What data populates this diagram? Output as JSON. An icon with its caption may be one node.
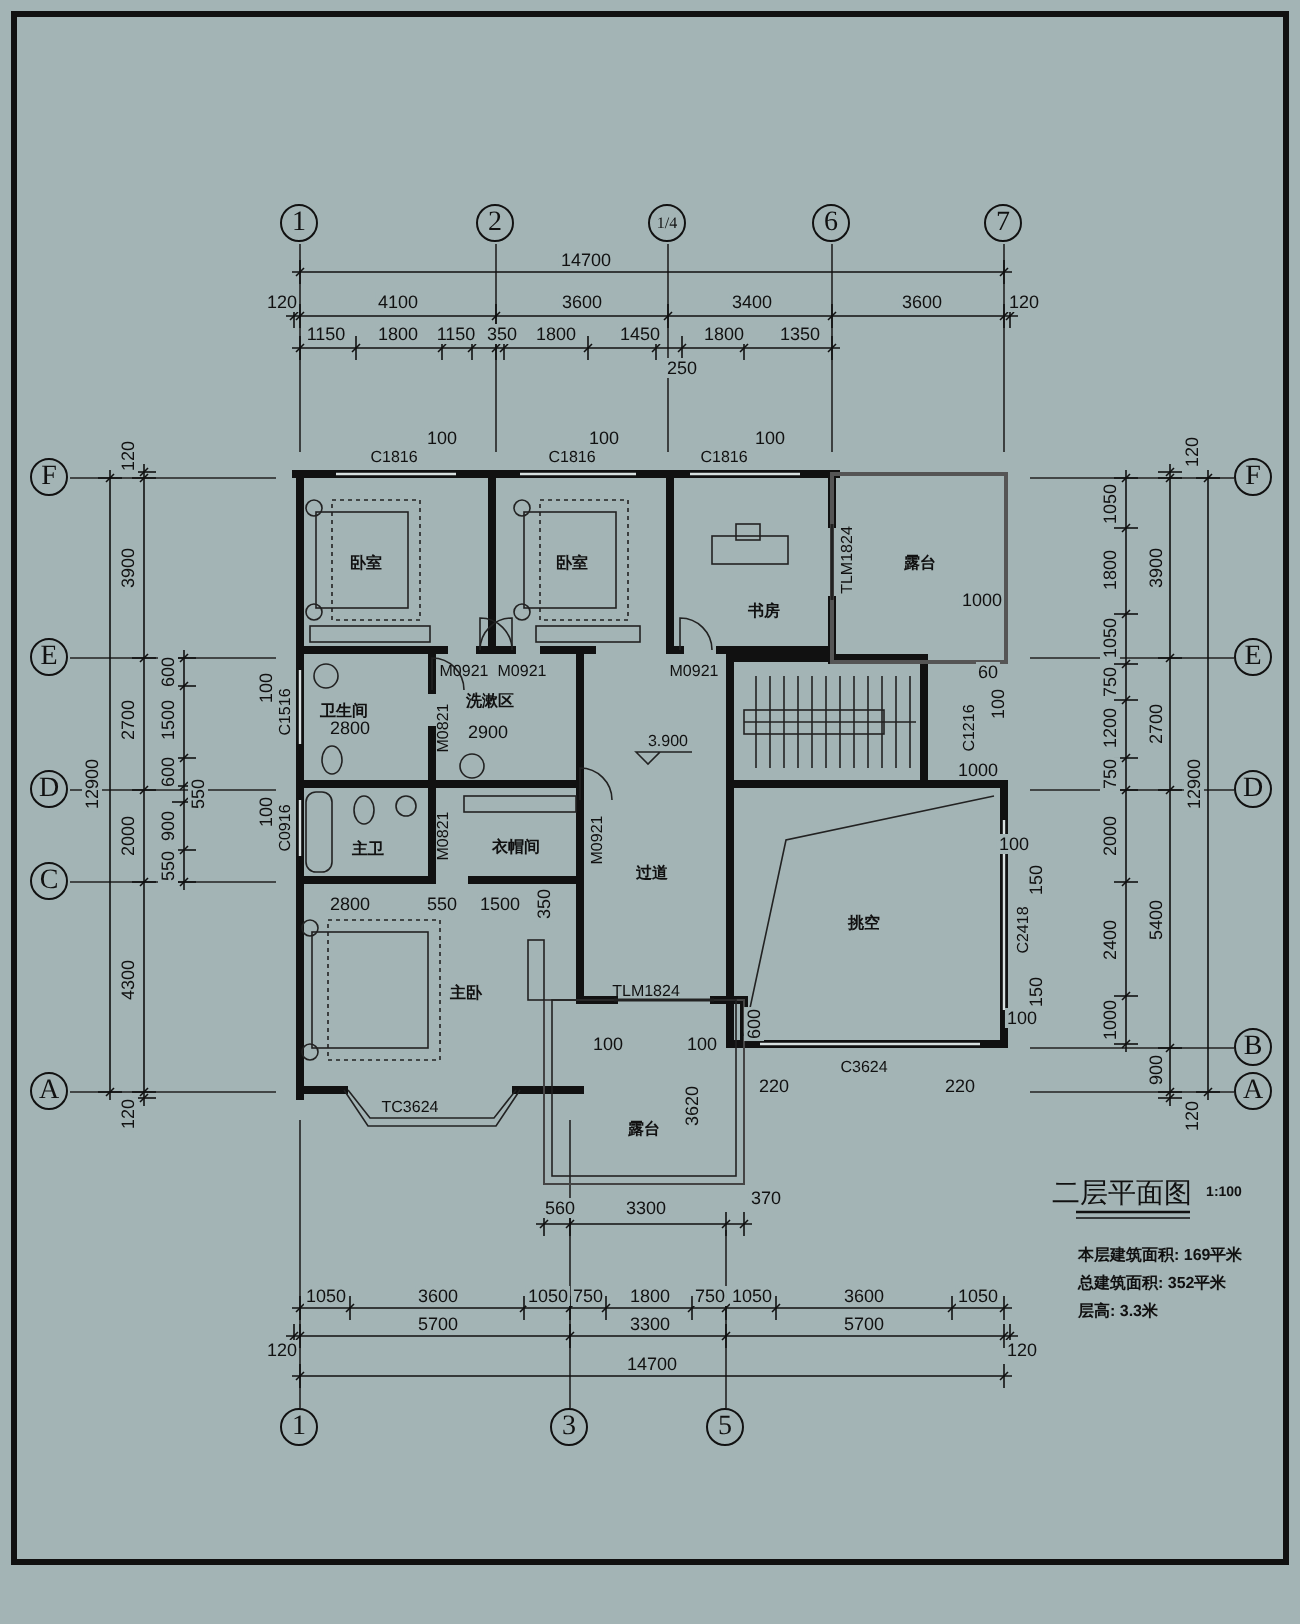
{
  "diagram": {
    "title": "二层平面图",
    "nodes": [
      {
        "text": [
          "卧室"
        ]
      },
      {
        "text": [
          "卧室"
        ]
      },
      {
        "text": [
          "书房"
        ]
      },
      {
        "text": [
          "露台"
        ]
      },
      {
        "text": [
          "卫生间"
        ]
      },
      {
        "text": [
          "洗漱区"
        ]
      },
      {
        "text": [
          "主卫"
        ]
      },
      {
        "text": [
          "衣帽间"
        ]
      },
      {
        "text": [
          "过道"
        ]
      },
      {
        "text": [
          "挑空"
        ]
      },
      {
        "text": [
          "主卧"
        ]
      },
      {
        "text": [
          "露台"
        ]
      },
      {
        "text": [
          "1"
        ]
      },
      {
        "text": [
          "2"
        ]
      },
      {
        "text": [
          "1/4"
        ]
      },
      {
        "text": [
          "6"
        ]
      },
      {
        "text": [
          "7"
        ]
      },
      {
        "text": [
          "F"
        ]
      },
      {
        "text": [
          "E"
        ]
      },
      {
        "text": [
          "D"
        ]
      },
      {
        "text": [
          "C"
        ]
      },
      {
        "text": [
          "A"
        ]
      },
      {
        "text": [
          "F"
        ]
      },
      {
        "text": [
          "E"
        ]
      },
      {
        "text": [
          "D"
        ]
      },
      {
        "text": [
          "B"
        ]
      },
      {
        "text": [
          "A"
        ]
      },
      {
        "text": [
          "1"
        ]
      },
      {
        "text": [
          "3"
        ]
      },
      {
        "text": [
          "5"
        ]
      }
    ],
    "labels": [
      "14700",
      "120",
      "4100",
      "3600",
      "3400",
      "3600",
      "120",
      "1150",
      "1800",
      "1150",
      "350",
      "1800",
      "1450",
      "1800",
      "1350",
      "250",
      "100",
      "100",
      "100",
      "C1816",
      "C1816",
      "C1816",
      "120",
      "3900",
      "2700",
      "2000",
      "4300",
      "120",
      "12900",
      "600",
      "1500",
      "600",
      "550",
      "900",
      "550",
      "120",
      "1050",
      "1800",
      "3900",
      "1050",
      "750",
      "1200",
      "2700",
      "750",
      "12900",
      "2000",
      "2400",
      "5400",
      "1000",
      "900",
      "120",
      "100",
      "C1516",
      "M0921",
      "M0921",
      "M0921",
      "M0821",
      "2800",
      "2900",
      "3.900",
      "TLM1824",
      "1000",
      "60",
      "100",
      "C1216",
      "1000",
      "100",
      "C0916",
      "M0821",
      "M0921",
      "100",
      "150",
      "C2418",
      "150",
      "100",
      "2800",
      "550",
      "1500",
      "350",
      "TLM1824",
      "100",
      "100",
      "600",
      "C3624",
      "220",
      "220",
      "3620",
      "TC3624",
      "560",
      "3300",
      "370",
      "1050",
      "3600",
      "1050",
      "750",
      "1800",
      "750",
      "1050",
      "3600",
      "1050",
      "5700",
      "3300",
      "5700",
      "120",
      "120",
      "14700",
      "1:100",
      "本层建筑面积: 169平米",
      "总建筑面积: 352平米",
      "层高: 3.3米"
    ]
  }
}
